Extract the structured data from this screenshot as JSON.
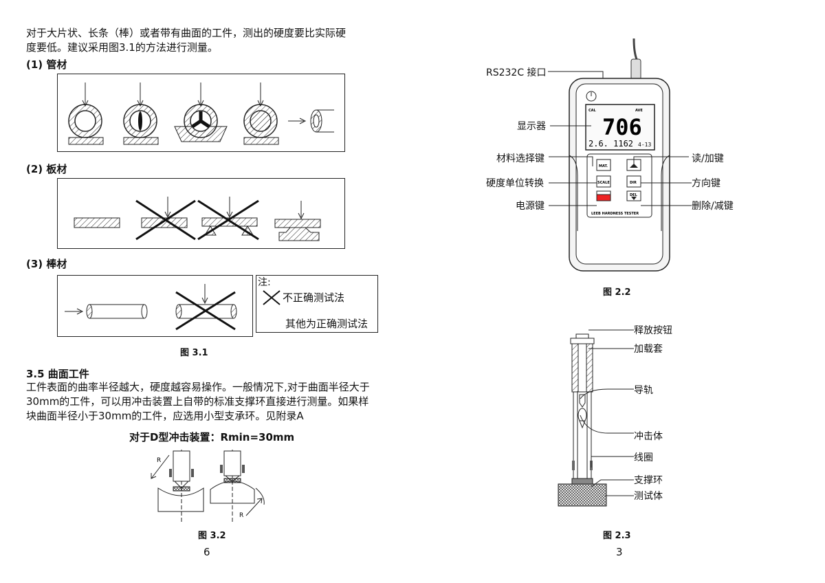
{
  "left_page": {
    "intro_line1": "对于大片状、长条（棒）或者带有曲面的工件，测出的硬度要比实际硬",
    "intro_line2": "度要低。建议采用图3.1的方法进行测量。",
    "section_pipe": "(1) 管材",
    "section_plate": "(2) 板材",
    "section_rod": "(3) 棒材",
    "note_title": "注:",
    "note_incorrect": "不正确测试法",
    "note_correct": "其他为正确测试法",
    "fig31_caption": "图 3.1",
    "section35_title": "3.5 曲面工件",
    "section35_line1": "工件表面的曲率半径越大，硬度越容易操作。一般情况下,对于曲面半径大于",
    "section35_line2": "30mm的工件，可以用冲击装置上自带的标准支撑环直接进行测量。如果样",
    "section35_line3": "块曲面半径小于30mm的工件，应选用小型支承环。见附录A",
    "rmin_title": "对于D型冲击装置：Rmin=30mm",
    "radius_label": "R",
    "fig32_caption": "图 3.2",
    "page_number": "6"
  },
  "right_page": {
    "callouts": {
      "rs232": "RS232C 接口",
      "display": "显示器",
      "material_key": "材料选择键",
      "scale_key": "硬度单位转换",
      "power_key": "电源键",
      "read_add_key": "读/加键",
      "direction_key": "方向键",
      "delete_key": "删除/减键"
    },
    "device": {
      "lcd_value": "706",
      "lcd_bottom": "2.6. 1162",
      "lcd_bottom_suffix": "4-13",
      "lcd_cal": "CAL",
      "lcd_ave": "AVE",
      "btn_mat": "MAT.",
      "btn_scale": "SCALE",
      "btn_dir": "DIR",
      "btn_del": "DEL",
      "brand": "LEEB HARDNESS TESTER"
    },
    "fig22_caption": "图 2.2",
    "probe_callouts": {
      "release_button": "释放按钮",
      "loading_sleeve": "加载套",
      "guide_rail": "导轨",
      "impact_body": "冲击体",
      "coil": "线圈",
      "support_ring": "支撑环",
      "test_piece": "测试体"
    },
    "fig23_caption": "图 2.3",
    "page_number": "3"
  }
}
